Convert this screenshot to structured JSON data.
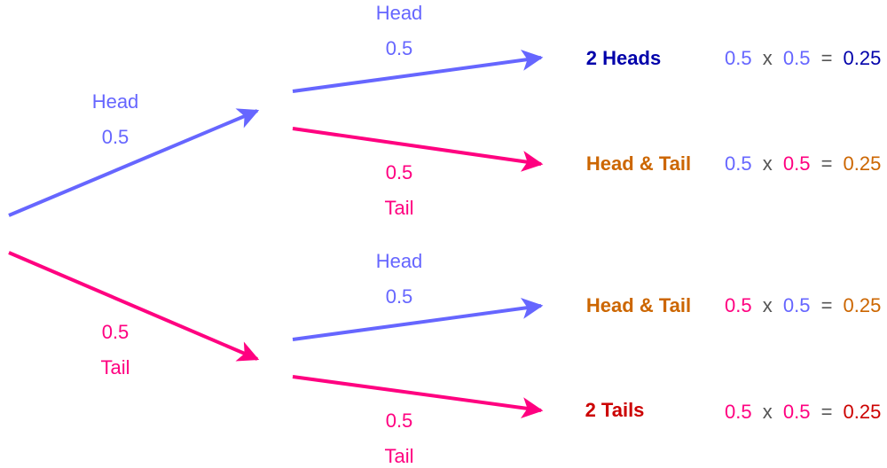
{
  "colors": {
    "head": "#6666ff",
    "tail": "#ff0080",
    "heads_outcome": "#0000aa",
    "mixed_outcome": "#cc6600",
    "tails_outcome": "#cc0000",
    "operator": "#555555"
  },
  "level1": {
    "head": {
      "label": "Head",
      "prob": "0.5"
    },
    "tail": {
      "label": "Tail",
      "prob": "0.5"
    }
  },
  "level2": {
    "after_head": {
      "head": {
        "label": "Head",
        "prob": "0.5"
      },
      "tail": {
        "label": "Tail",
        "prob": "0.5"
      }
    },
    "after_tail": {
      "head": {
        "label": "Head",
        "prob": "0.5"
      },
      "tail": {
        "label": "Tail",
        "prob": "0.5"
      }
    }
  },
  "outcomes": [
    {
      "label": "2 Heads",
      "a": "0.5",
      "x": "x",
      "b": "0.5",
      "eq": "=",
      "result": "0.25"
    },
    {
      "label": "Head & Tail",
      "a": "0.5",
      "x": "x",
      "b": "0.5",
      "eq": "=",
      "result": "0.25"
    },
    {
      "label": "Head & Tail",
      "a": "0.5",
      "x": "x",
      "b": "0.5",
      "eq": "=",
      "result": "0.25"
    },
    {
      "label": "2 Tails",
      "a": "0.5",
      "x": "x",
      "b": "0.5",
      "eq": "=",
      "result": "0.25"
    }
  ]
}
